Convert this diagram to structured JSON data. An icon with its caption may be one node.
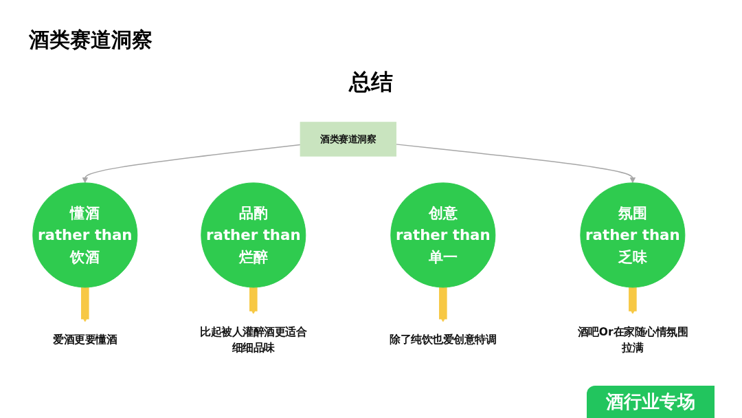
{
  "diagram": {
    "title": "酒类赛道洞察",
    "nodes": [
      {
        "text": [
          "酒类赛道洞察"
        ]
      },
      {
        "text": [
          "懂酒",
          "rather than",
          "饮酒"
        ]
      },
      {
        "text": [
          "品酌",
          "rather than",
          "烂醉"
        ]
      },
      {
        "text": [
          "创意",
          "rather than",
          "单一"
        ]
      },
      {
        "text": [
          "氛围",
          "rather than",
          "乏味"
        ]
      },
      {
        "text": [
          "爱酒更要懂酒"
        ]
      },
      {
        "text": [
          "比起被人灌醉酒更适合细细品味"
        ]
      },
      {
        "text": [
          "除了纯饮也爱创意特调"
        ]
      },
      {
        "text": [
          "酒吧Or在家随心情氛围拉满"
        ]
      }
    ],
    "edges": [
      {
        "from": 0,
        "to": 1,
        "arrow": "to",
        "color": "#a6a6a6"
      },
      {
        "from": 0,
        "to": 4,
        "arrow": "to",
        "color": "#a6a6a6"
      },
      {
        "from": 1,
        "to": 5,
        "arrow": "to",
        "color": "#f7c844"
      },
      {
        "from": 2,
        "to": 6,
        "arrow": "to",
        "color": "#f7c844"
      },
      {
        "from": 3,
        "to": 7,
        "arrow": "to",
        "color": "#f7c844"
      },
      {
        "from": 4,
        "to": 8,
        "arrow": "to",
        "color": "#f7c844"
      }
    ],
    "labels": [
      "总结",
      "酒行业专场"
    ]
  }
}
